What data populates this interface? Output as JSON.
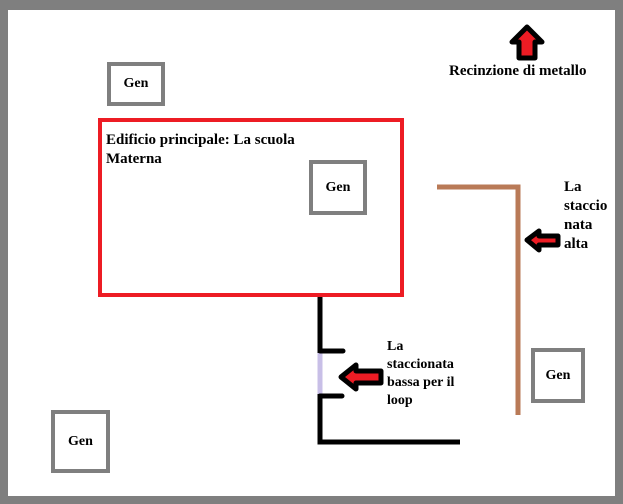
{
  "labels": {
    "building": "Edificio principale: La scuola Materna",
    "metal_fence": "Recinzione di metallo",
    "high_fence": "La staccio nata alta",
    "low_fence": "La staccionata bassa per il loop"
  },
  "generators": [
    {
      "label": "Gen"
    },
    {
      "label": "Gen"
    },
    {
      "label": "Gen"
    },
    {
      "label": "Gen"
    }
  ],
  "colors": {
    "building_border": "#ed1c24",
    "high_fence": "#b97a57",
    "low_fence": "#000000",
    "loop_gate": "#c8bfe7",
    "generator_border": "#7f7f7f",
    "arrow_fill": "#ed1c24"
  }
}
